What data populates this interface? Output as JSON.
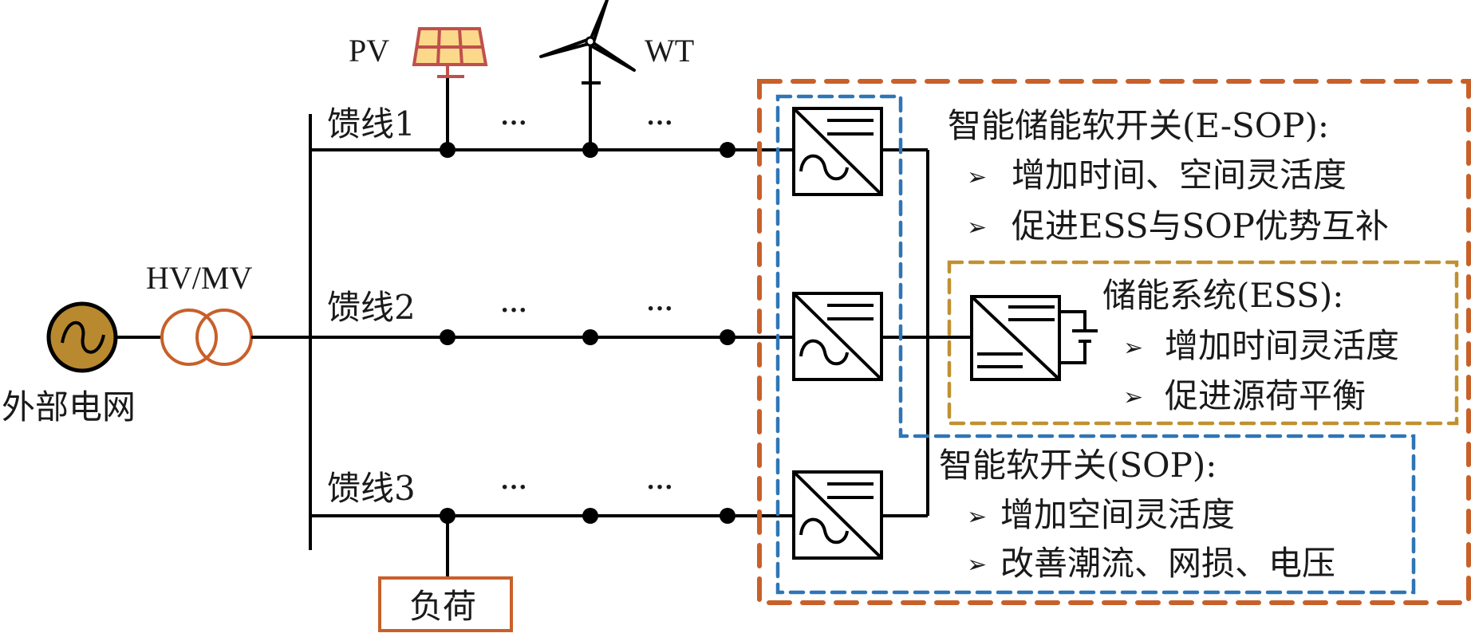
{
  "colors": {
    "esop_border": "#C8602A",
    "sop_border": "#2E75B6",
    "ess_border": "#C09030",
    "transformer": "#C8602A",
    "load_border": "#C8602A",
    "grid_source_fill": "#B8892E",
    "pv_fill": "#FCD98A",
    "pv_stroke": "#C0504D"
  },
  "labels": {
    "external_grid": "外部电网",
    "transformer": "HV/MV",
    "pv": "PV",
    "wt": "WT",
    "feeder1": "馈线1",
    "feeder2": "馈线2",
    "feeder3": "馈线3",
    "load": "负荷",
    "ellipsis": "···"
  },
  "esop": {
    "title": "智能储能软开关(E-SOP):",
    "bullets": [
      "增加时间、空间灵活度",
      "促进ESS与SOP优势互补"
    ]
  },
  "ess": {
    "title": "储能系统(ESS):",
    "bullets": [
      "增加时间灵活度",
      "促进源荷平衡"
    ]
  },
  "sop": {
    "title": "智能软开关(SOP):",
    "bullets": [
      "增加空间灵活度",
      "改善潮流、网损、电压"
    ]
  },
  "bullet_glyph": "➢"
}
